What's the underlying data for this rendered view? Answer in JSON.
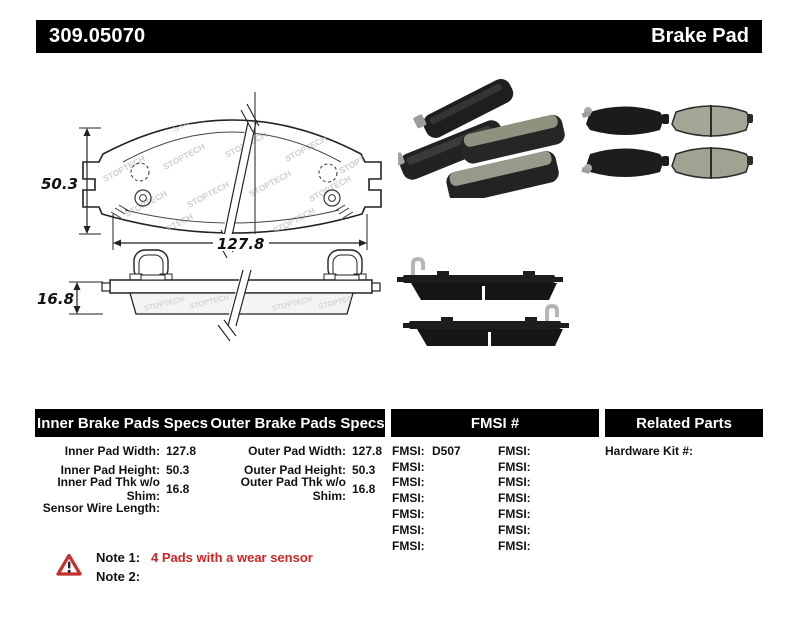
{
  "header": {
    "part_number": "309.05070",
    "product_type": "Brake Pad"
  },
  "drawing": {
    "watermark": "STOPTECH",
    "pad_height": "50.3",
    "pad_width": "127.8",
    "pad_thickness": "16.8"
  },
  "table": {
    "inner_header": "Inner Brake Pads Specs",
    "outer_header": "Outer Brake Pads Specs",
    "fmsi_header": "FMSI #",
    "related_header": "Related Parts",
    "inner_specs": [
      {
        "label": "Inner Pad Width:",
        "value": "127.8"
      },
      {
        "label": "Inner Pad Height:",
        "value": "50.3"
      },
      {
        "label": "Inner Pad Thk w/o Shim:",
        "value": "16.8"
      },
      {
        "label": "Sensor Wire Length:",
        "value": ""
      }
    ],
    "outer_specs": [
      {
        "label": "Outer Pad Width:",
        "value": "127.8"
      },
      {
        "label": "Outer Pad Height:",
        "value": "50.3"
      },
      {
        "label": "Outer Pad Thk w/o Shim:",
        "value": "16.8"
      }
    ],
    "fmsi_rows": [
      {
        "l1": "FMSI:",
        "v1": "D507",
        "l2": "FMSI:",
        "v2": ""
      },
      {
        "l1": "FMSI:",
        "v1": "",
        "l2": "FMSI:",
        "v2": ""
      },
      {
        "l1": "FMSI:",
        "v1": "",
        "l2": "FMSI:",
        "v2": ""
      },
      {
        "l1": "FMSI:",
        "v1": "",
        "l2": "FMSI:",
        "v2": ""
      },
      {
        "l1": "FMSI:",
        "v1": "",
        "l2": "FMSI:",
        "v2": ""
      },
      {
        "l1": "FMSI:",
        "v1": "",
        "l2": "FMSI:",
        "v2": ""
      },
      {
        "l1": "FMSI:",
        "v1": "",
        "l2": "FMSI:",
        "v2": ""
      }
    ],
    "related_rows": [
      {
        "label": "Hardware Kit #:",
        "value": ""
      }
    ]
  },
  "notes": {
    "note1_label": "Note 1:",
    "note1_text": "4 Pads with a wear sensor",
    "note2_label": "Note 2:",
    "note2_text": ""
  },
  "colors": {
    "accent_red": "#cc2626",
    "bar_black": "#000000"
  }
}
